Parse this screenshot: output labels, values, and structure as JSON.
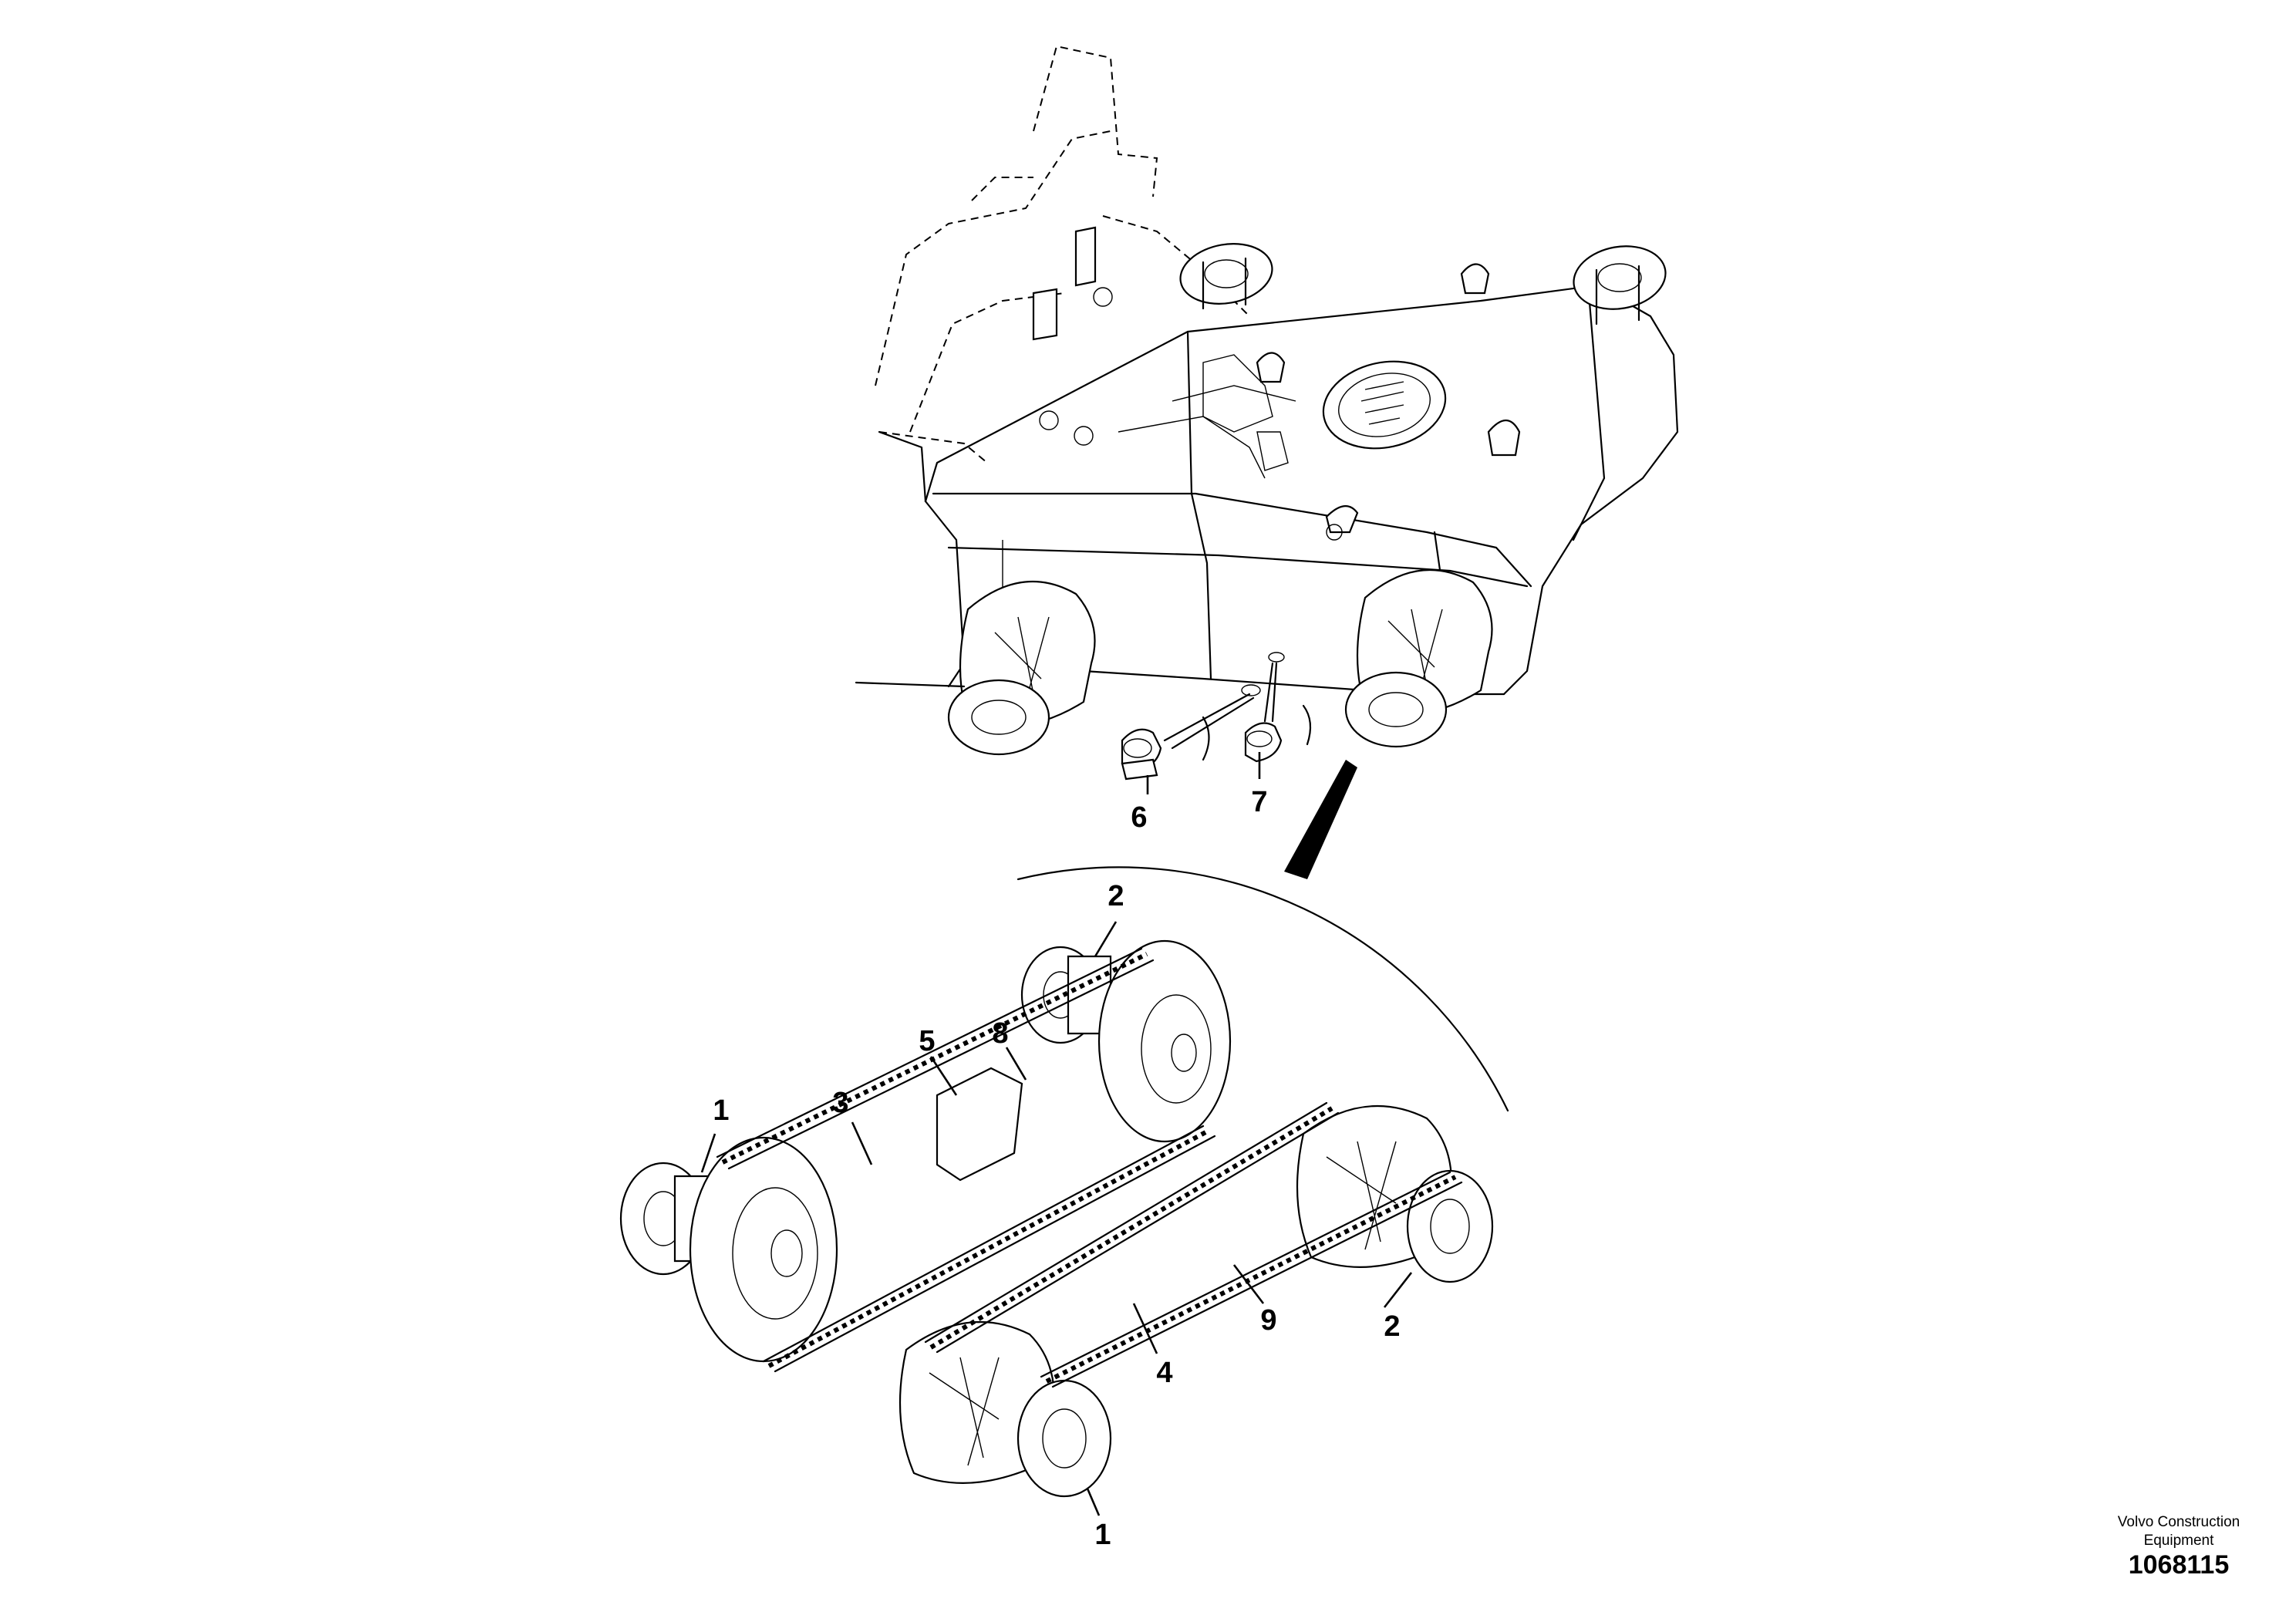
{
  "brand": {
    "line1": "Volvo Construction",
    "line2": "Equipment",
    "number": "1068115"
  },
  "callouts": [
    {
      "id": "c6",
      "label": "6"
    },
    {
      "id": "c7",
      "label": "7"
    },
    {
      "id": "c2a",
      "label": "2"
    },
    {
      "id": "c5",
      "label": "5"
    },
    {
      "id": "c8",
      "label": "8"
    },
    {
      "id": "c1a",
      "label": "1"
    },
    {
      "id": "c3",
      "label": "3"
    },
    {
      "id": "c9",
      "label": "9"
    },
    {
      "id": "c2b",
      "label": "2"
    },
    {
      "id": "c4",
      "label": "4"
    },
    {
      "id": "c1b",
      "label": "1"
    }
  ]
}
